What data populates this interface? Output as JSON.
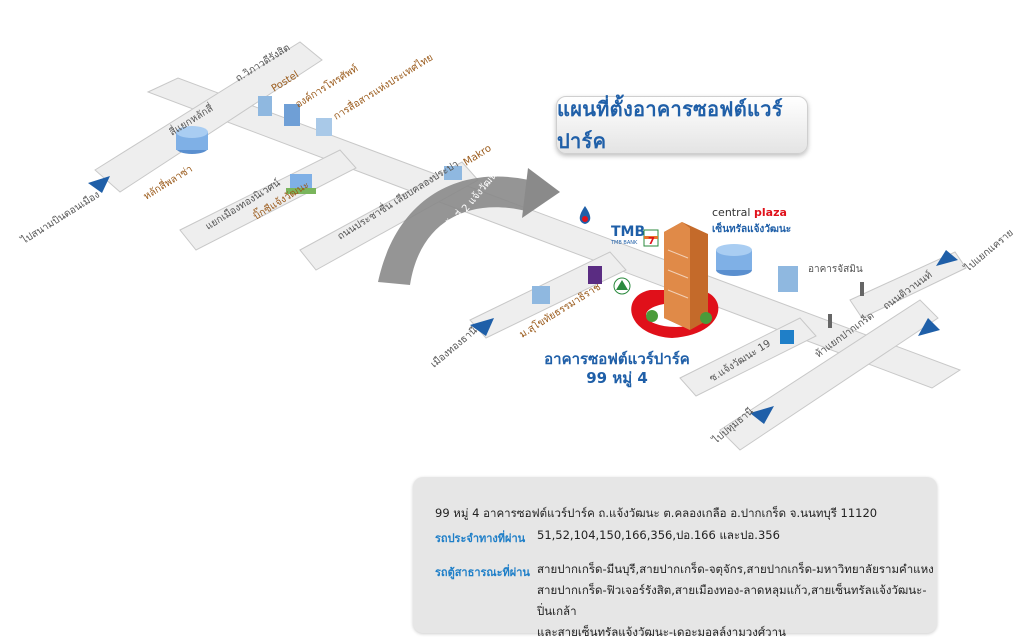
{
  "title": "แผนที่ตั้งอาคารซอฟต์แวร์ปาร์ค",
  "site": {
    "name": "อาคารซอฟต์แวร์ปาร์ค",
    "address_short": "99 หมู่ 4"
  },
  "roads": {
    "vibhavadi": "ถ.วิภาวดีรังสิต",
    "laksi": "สี่แยกหลักสี่",
    "muang_thong": "แยกเมืองทองนิเวศน์",
    "prachachuen": "ถนนประชาชื่น เลียบคลองประปา",
    "expressway": "ทางด่วนขั้นที่ 2 แจ้งวัฒนะ",
    "soi_suksa": "ม.สุโขทัยธรรมาธิราช",
    "chaengwattana19": "ซ.แจ้งวัฒนะ 19",
    "pakkret_junction": "ห้าแยกปากเกร็ด",
    "tiwanon": "ถนนติวานนท์"
  },
  "directions": {
    "don_mueang": "ไปสนามบินดอนเมือง",
    "muang_thong": "เมืองทองธานี",
    "pathum": "ไปปทุมธานี",
    "bangkrasor": "ไปแยกแคราย"
  },
  "landmarks": {
    "postel": "Postel",
    "tot": "องค์การโทรศัพท์",
    "cat": "การสื่อสารแห่งประเทศไทย",
    "laksi_hospital": "หลักสี่พลาซ่า",
    "big_c": "บิ๊กซีแจ้งวัฒนะ",
    "makro": "Makro",
    "central_brand": "central",
    "central_brand2": "plaza",
    "central": "เซ็นทรัลแจ้งวัฒนะ",
    "tmb": "TMB",
    "tmb_sub": "TMB BANK",
    "seven": "7",
    "office_building": "อาคารจัสมิน"
  },
  "info": {
    "address": "99 หมู่ 4 อาคารซอฟต์แวร์ปาร์ค   ถ.แจ้งวัฒนะ  ต.คลองเกลือ  อ.ปากเกร็ด  จ.นนทบุรี  11120",
    "bus_label": "รถประจำทางที่ผ่าน",
    "bus_routes": "51,52,104,150,166,356,ปอ.166 และปอ.356",
    "van_label": "รถตู้สาธารณะที่ผ่าน",
    "van_routes": [
      "สายปากเกร็ด-มีนบุรี,สายปากเกร็ด-จตุจักร,สายปากเกร็ด-มหาวิทยาลัยรามคำแหง",
      "สายปากเกร็ด-ฟิวเจอร์รังสิต,สายเมืองทอง-ลาดหลุมแก้ว,สายเซ็นทรัลแจ้งวัฒนะ-ปิ่นเกล้า",
      "และสายเซ็นทรัลแจ้งวัฒนะ-เดอะมอลล์งามวงศ์วาน"
    ]
  },
  "colors": {
    "road": "#eeeeee",
    "road_edge": "#c8c8c8",
    "arrow": "#1f5fa8",
    "expressway": "#8a8a8a",
    "pin": "#e0101a",
    "building": "#c46a2a",
    "label_orange": "#9a5a1a",
    "title_blue": "#1f5fa8"
  }
}
